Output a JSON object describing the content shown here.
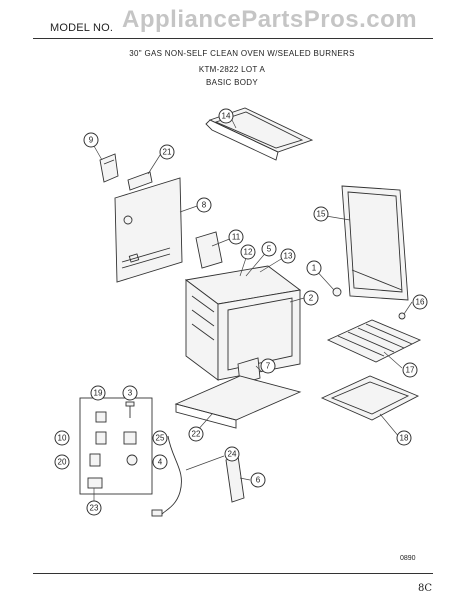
{
  "watermark": "AppliancePartsPros.com",
  "model_label": "MODEL NO.",
  "title_lines": [
    "30\" GAS NON-SELF CLEAN OVEN W/SEALED BURNERS",
    "KTM-2822 LOT A",
    "BASIC BODY"
  ],
  "diagram_code": "0890",
  "corner_mark": "8C",
  "callouts": [
    "1",
    "2",
    "3",
    "4",
    "5",
    "6",
    "7",
    "8",
    "9",
    "10",
    "11",
    "12",
    "13",
    "14",
    "15",
    "16",
    "17",
    "18",
    "19",
    "20",
    "21",
    "22",
    "23",
    "24",
    "25"
  ],
  "colors": {
    "line": "#333333",
    "background": "#ffffff",
    "watermark": "#969696"
  }
}
